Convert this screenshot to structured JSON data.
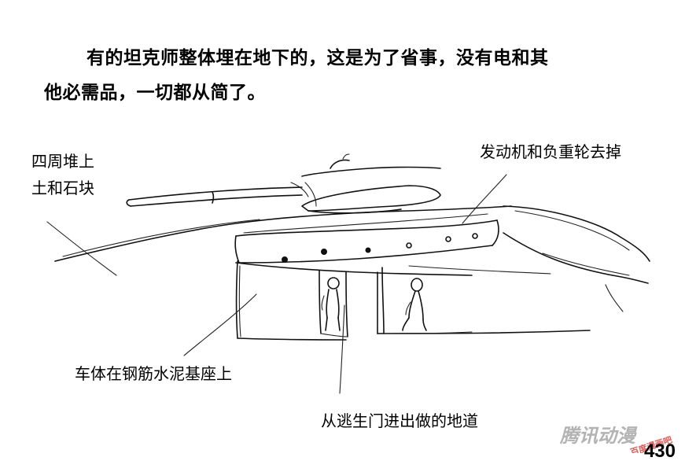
{
  "caption": {
    "line1": "有的坦克师整体埋在地下的，这是为了省事，没有电和其",
    "line2": "他必需品，一切都从简了。"
  },
  "labels": {
    "surround": [
      "四周堆上",
      "土和石块"
    ],
    "engine": "发动机和负重轮去掉",
    "base": "车体在钢筋水泥基座上",
    "tunnel": "从逃生门进出做的地道"
  },
  "page_number": "430",
  "watermark": {
    "main": "腾讯动漫",
    "sub": "百度漫画吧"
  },
  "colors": {
    "ink": "#111111",
    "background": "#ffffff",
    "watermark_main": "#9a9a9a",
    "watermark_sub": "#d2403c"
  }
}
